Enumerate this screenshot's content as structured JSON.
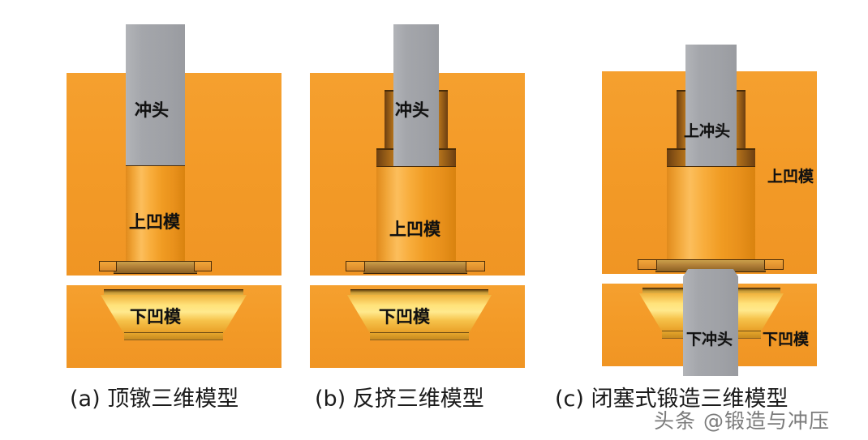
{
  "figure": {
    "title_visible": false,
    "background_color": "#ffffff",
    "colors": {
      "die_orange": "#f39a27",
      "punch_gray": "#a3a5aa",
      "billet_highlight": "#fcbe5c",
      "bowl_glow": "#ffe98d",
      "outline_dark": "#4a2c08",
      "text": "#111111"
    }
  },
  "panels": [
    {
      "id": "a",
      "caption": "(a) 顶镦三维模型",
      "labels": {
        "punch": "冲头",
        "upper_die": "上凹模",
        "lower_die": "下凹模"
      }
    },
    {
      "id": "b",
      "caption": "(b) 反挤三维模型",
      "labels": {
        "punch": "冲头",
        "upper_die": "上凹模",
        "lower_die": "下凹模"
      }
    },
    {
      "id": "c",
      "caption": "(c) 闭塞式锻造三维模型",
      "labels": {
        "upper_punch": "上冲头",
        "upper_die": "上凹模",
        "lower_punch": "下冲头",
        "lower_die": "下凹模"
      }
    }
  ],
  "watermark": {
    "text": "头条 @锻造与冲压"
  }
}
